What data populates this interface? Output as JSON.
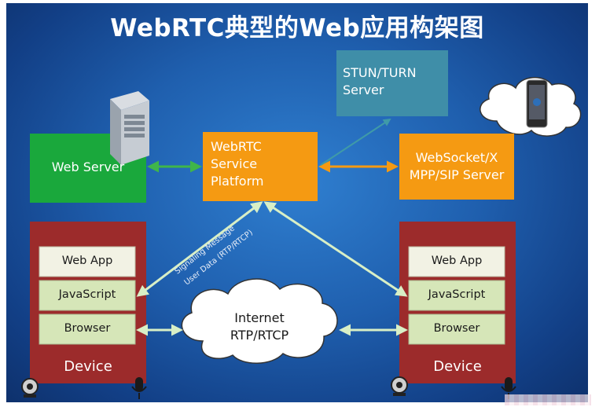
{
  "title": "WebRTC典型的Web应用构架图",
  "nodes": {
    "web_server": "Web Server",
    "platform": [
      "WebRTC",
      "Service",
      "Platform"
    ],
    "stun": [
      "STUN/TURN",
      "Server"
    ],
    "websocket": [
      "WebSocket/X",
      "MPP/SIP Server"
    ]
  },
  "device_left": {
    "layers": [
      "Web App",
      "JavaScript",
      "Browser"
    ],
    "label": "Device"
  },
  "device_right": {
    "layers": [
      "Web App",
      "JavaScript",
      "Browser"
    ],
    "label": "Device"
  },
  "cloud": [
    "Internet",
    "RTP/RTCP"
  ],
  "link_labels": [
    "Signaling Message",
    "User Data (RTP/RTCP)"
  ],
  "colors": {
    "background": "#1f5fae",
    "web_server": "#1aa83c",
    "orange": "#f59a12",
    "stun": "#3f8ea8",
    "device": "#9c2b2b",
    "layer_top": "#f2f2e4",
    "layer_green": "#d6e6b8",
    "arrow_green": "#3fb54a",
    "arrow_orange": "#f59a12",
    "arrow_light": "#d8efc6",
    "arrow_teal": "#3f9aa8"
  }
}
